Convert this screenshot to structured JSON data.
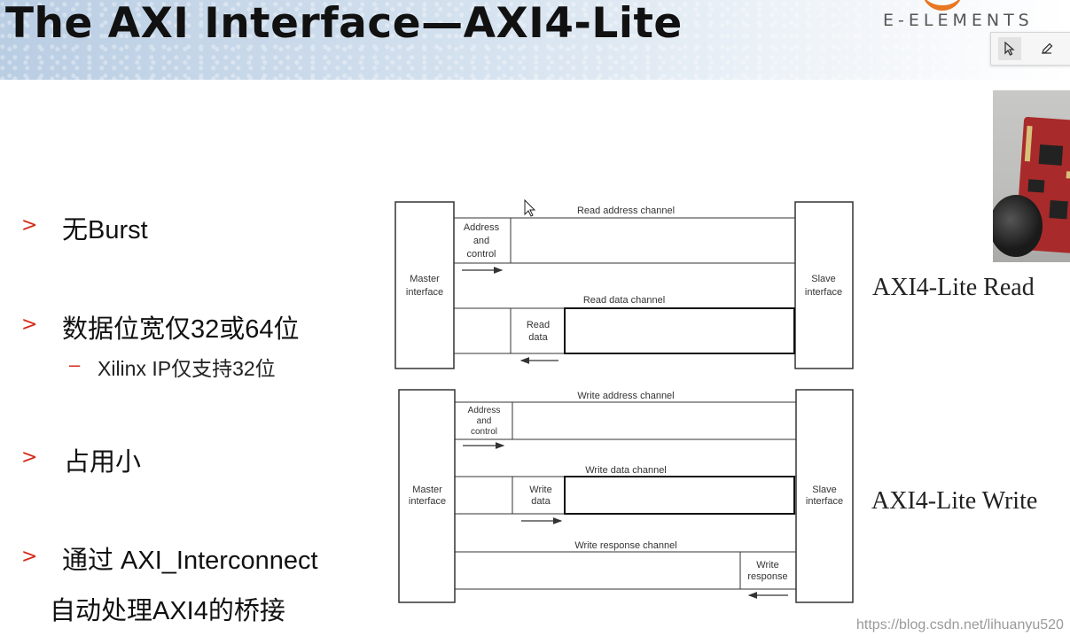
{
  "slide": {
    "title": "The AXI Interface—AXI4-Lite",
    "logo_text": "E-ELEMENTS"
  },
  "toolbar": {
    "pointer_icon": "cursor-arrow-icon",
    "pen_icon": "pen-icon"
  },
  "bullets": [
    {
      "marker": ">",
      "text": "无Burst"
    },
    {
      "marker": ">",
      "text": "数据位宽仅32或64位",
      "sub": {
        "marker": "–",
        "text": "Xilinx IP仅支持32位"
      }
    },
    {
      "marker": ">",
      "text": "占用小"
    },
    {
      "marker": ">",
      "text": "通过 AXI_Interconnect",
      "continuation": "自动处理AXI4的桥接"
    }
  ],
  "read_diagram": {
    "master": [
      "Master",
      "interface"
    ],
    "slave": [
      "Slave",
      "interface"
    ],
    "read_address_channel": "Read address channel",
    "address_and_control": [
      "Address",
      "and",
      "control"
    ],
    "read_data_channel": "Read data channel",
    "read_data": [
      "Read",
      "data"
    ],
    "caption": "AXI4-Lite Read"
  },
  "write_diagram": {
    "master": [
      "Master",
      "interface"
    ],
    "slave": [
      "Slave",
      "interface"
    ],
    "write_address_channel": "Write address channel",
    "address_and_control": [
      "Address",
      "and",
      "control"
    ],
    "write_data_channel": "Write data channel",
    "write_data": [
      "Write",
      "data"
    ],
    "write_response_channel": "Write response channel",
    "write_response": [
      "Write",
      "response"
    ],
    "caption": "AXI4-Lite Write"
  },
  "watermark": "https://blog.csdn.net/lihuanyu520",
  "colors": {
    "bullet_marker": "#d42a1a",
    "logo_accent": "#e87722"
  }
}
